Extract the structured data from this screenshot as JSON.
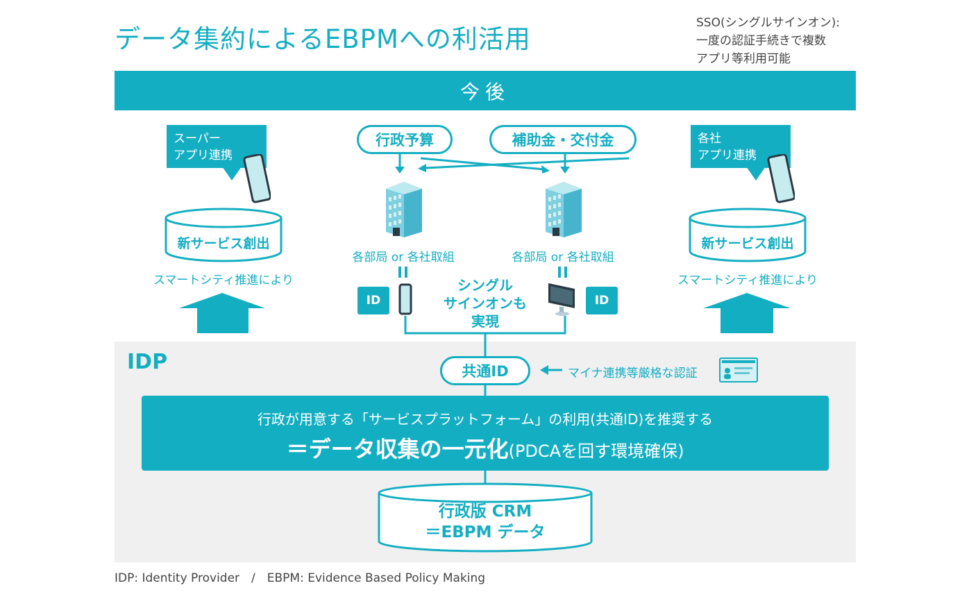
{
  "title": "データ集約によるEBPMへの利活用",
  "sso_note": [
    "SSO(シングルサインオン):",
    "一度の認証手続きで複数",
    "アプリ等利用可能"
  ],
  "future_band": "今後",
  "left_column": {
    "bubble": [
      "スーパー",
      "アプリ連携"
    ],
    "cylinder": "新サービス創出",
    "caption": "スマートシティ推進により"
  },
  "right_column": {
    "bubble": [
      "各社",
      "アプリ連携"
    ],
    "cylinder": "新サービス創出",
    "caption": "スマートシティ推進により"
  },
  "center": {
    "pill_left": "行政予算",
    "pill_right": "補助金・交付金",
    "building_caption_left": "各部局 or 各社取組",
    "building_caption_right": "各部局 or 各社取組",
    "id_badge_left": "ID",
    "id_badge_right": "ID",
    "sso_text": [
      "シングル",
      "サインオンも",
      "実現"
    ]
  },
  "idp": {
    "label": "IDP",
    "common_id": "共通ID",
    "auth_note": "マイナ連携等厳格な認証",
    "platform_line1": "行政が用意する「サービスプラットフォーム」の利用(共通ID)を推奨する",
    "platform_line2_strong": "＝データ収集の一元化",
    "platform_line2_rest": "(PDCAを回す環境確保)",
    "crm": [
      "行政版 CRM",
      "＝EBPM データ"
    ]
  },
  "footer": "IDP: Identity Provider　/　EBPM: Evidence Based Policy Making",
  "colors": {
    "accent": "#14aec2",
    "band_gray": "#f0f0f0",
    "text_dark": "#444444"
  }
}
